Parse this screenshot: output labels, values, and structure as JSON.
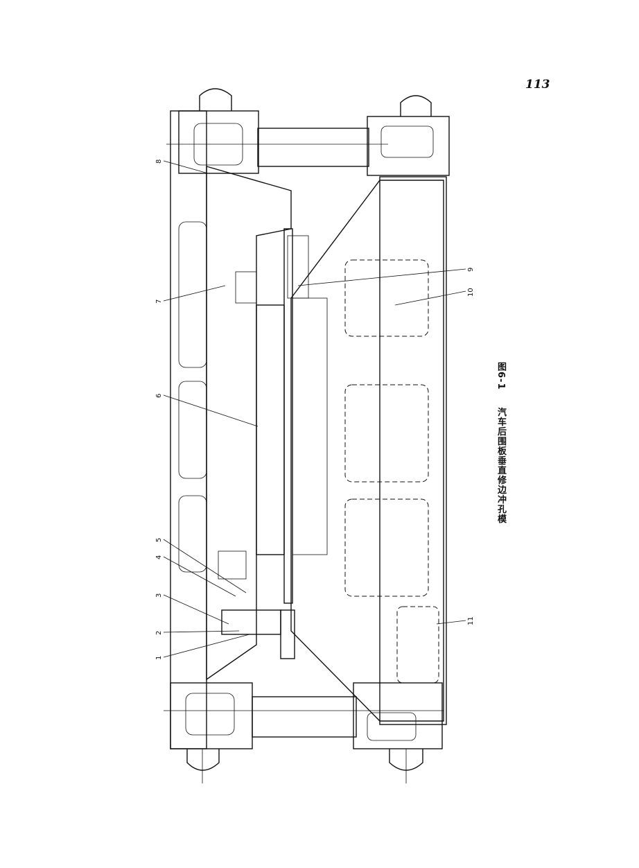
{
  "page": {
    "number": "113"
  },
  "figure": {
    "caption_number": "图6-1",
    "caption_text": "汽车后围板垂直修边冲孔模",
    "part_labels": [
      "1",
      "2",
      "3",
      "4",
      "5",
      "6",
      "7",
      "8",
      "9",
      "10",
      "11"
    ]
  }
}
